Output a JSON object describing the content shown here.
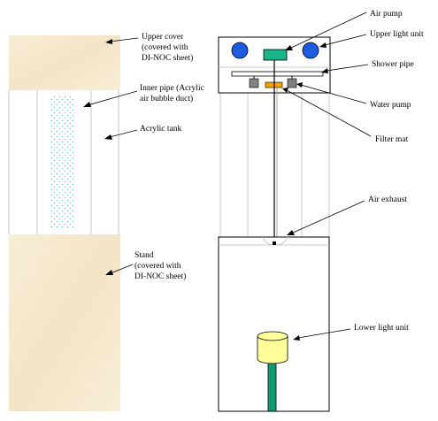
{
  "left_view": {
    "labels": {
      "upper_cover": [
        "Upper cover",
        "(covered with",
        "DI-NOC sheet)"
      ],
      "inner_pipe": [
        "Inner pipe (Acrylic",
        "air bubble duct)"
      ],
      "acrylic_tank": [
        "Acrylic tank"
      ],
      "stand": [
        "Stand",
        "(covered with",
        "DI-NOC sheet)"
      ]
    }
  },
  "right_view": {
    "labels": {
      "air_pump": [
        "Air pump"
      ],
      "upper_light_unit": [
        "Upper light unit"
      ],
      "shower_pipe": [
        "Shower pipe"
      ],
      "water_pump": [
        "Water pump"
      ],
      "filter_mat": [
        "Filter mat"
      ],
      "air_exhaust": [
        "Air exhaust"
      ],
      "lower_light_unit": [
        "Lower light unit"
      ]
    }
  },
  "colors": {
    "wood": "#f6e9cf",
    "light_unit": "#1e5be0",
    "air_pump": "#1bb48a",
    "filter_mat": "#f2a400",
    "water_pump": "#808080",
    "lamp": "#ffff99",
    "lamp_stand": "#0f9a72",
    "bubbles": "#6fc7c7"
  }
}
